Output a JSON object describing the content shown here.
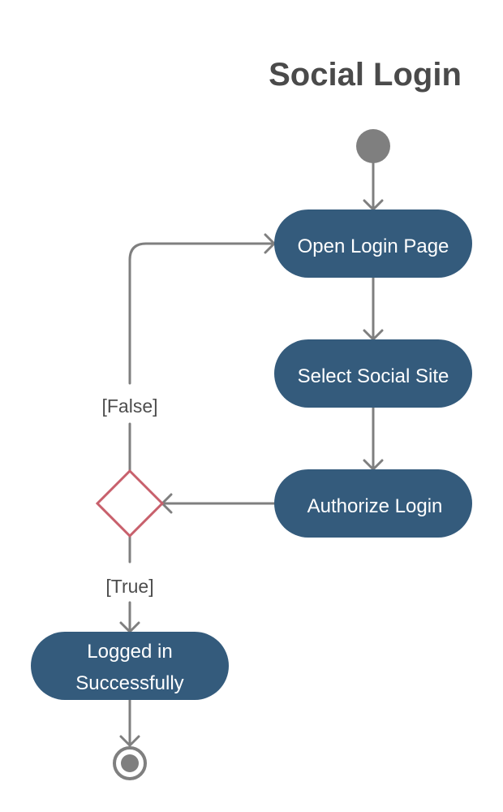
{
  "diagram": {
    "title": "Social Login",
    "nodes": {
      "open_login_page": "Open Login Page",
      "select_social_site": "Select Social Site",
      "authorize_login": "Authorize Login",
      "logged_in_line1": "Logged in",
      "logged_in_line2": "Successfully"
    },
    "guards": {
      "false_label": "[False]",
      "true_label": "[True]"
    }
  },
  "colors": {
    "node_fill": "#345b7c",
    "node_text": "#ffffff",
    "edge": "#7f7f7f",
    "decision_stroke": "#c8606c",
    "start_end": "#7f7f7f",
    "title": "#4a4a4a"
  }
}
